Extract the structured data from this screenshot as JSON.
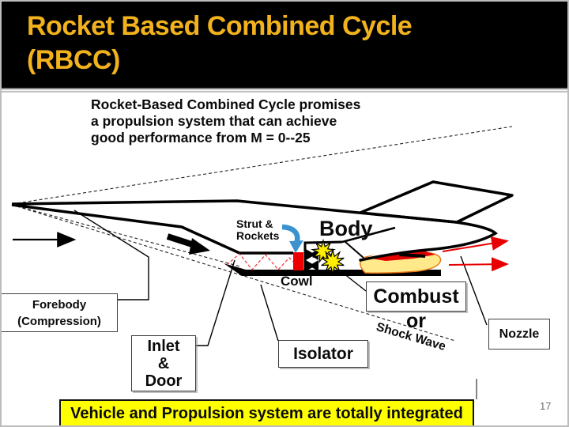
{
  "slide": {
    "title": {
      "line1": "Rocket Based Combined Cycle",
      "line2": "(RBCC)"
    },
    "page_number": "17"
  },
  "intro": {
    "line1": "Rocket-Based Combined Cycle promises",
    "line2": "a propulsion system that can achieve",
    "line3": "good performance from M = 0--25"
  },
  "diagram": {
    "labels": {
      "strut_line1": "Strut &",
      "strut_line2": "Rockets",
      "body": "Body",
      "cowl": "Cowl",
      "shock_wave": "Shock Wave",
      "forebody_line1": "Forebody",
      "forebody_line2": "(Compression)",
      "inlet_line1": "Inlet",
      "inlet_line2": "&",
      "inlet_line3": "Door",
      "isolator": "Isolator",
      "combustor_line1": "Combust",
      "combustor_line2": "or",
      "nozzle": "Nozzle"
    }
  },
  "banner": {
    "text": "Vehicle and Propulsion system are totally integrated"
  },
  "colors": {
    "header_background": "#000000",
    "title_text": "#F2B21D",
    "banner_yellow": "#FFFF00",
    "rocket_red": "#EE0000",
    "combustion_flash_yellow": "#FFEE00",
    "exhaust_plume_yellow": "#FFE98A",
    "exhaust_plume_outline": "#E87817",
    "exhaust_arrow_red": "#E80000",
    "strut_pointer_blue": "#3A93CE",
    "shock_train_red": "#F04040"
  }
}
